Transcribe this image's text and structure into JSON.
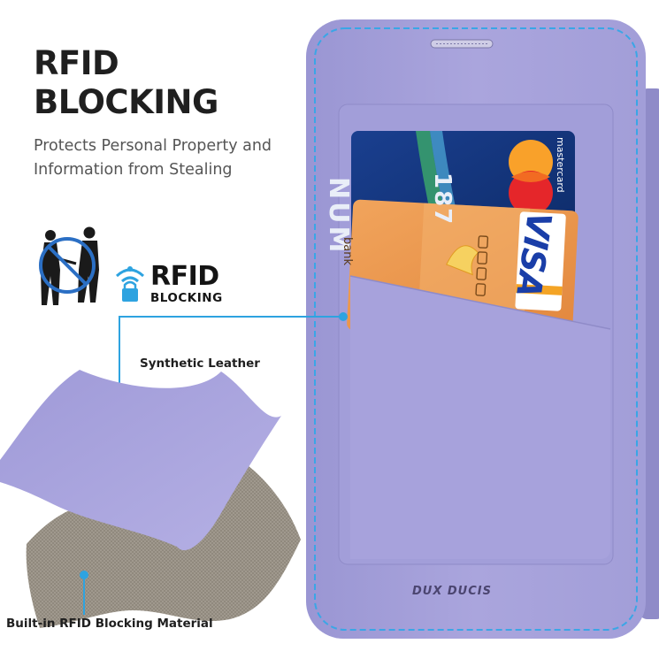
{
  "hero": {
    "title_line1": "RFID",
    "title_line2": "BLOCKING",
    "subtitle_line1": "Protects Personal Property and",
    "subtitle_line2": "Information from Stealing"
  },
  "badge": {
    "title": "RFID",
    "subtitle": "BLOCKING"
  },
  "callouts": {
    "leather": "Synthetic Leather",
    "material": "Built-in RFID Blocking Material"
  },
  "product": {
    "brand": "DUX DUCIS"
  },
  "cards": {
    "card1_name": "NUM",
    "card1_number": "187",
    "card1_brand": "mastercard",
    "card2_bank": "bank",
    "card2_brand": "VISA"
  },
  "colors": {
    "case": "#a9a4dc",
    "stitch": "#3aa6e6",
    "accent": "#2ea3e0",
    "text": "#1f1f1f"
  }
}
